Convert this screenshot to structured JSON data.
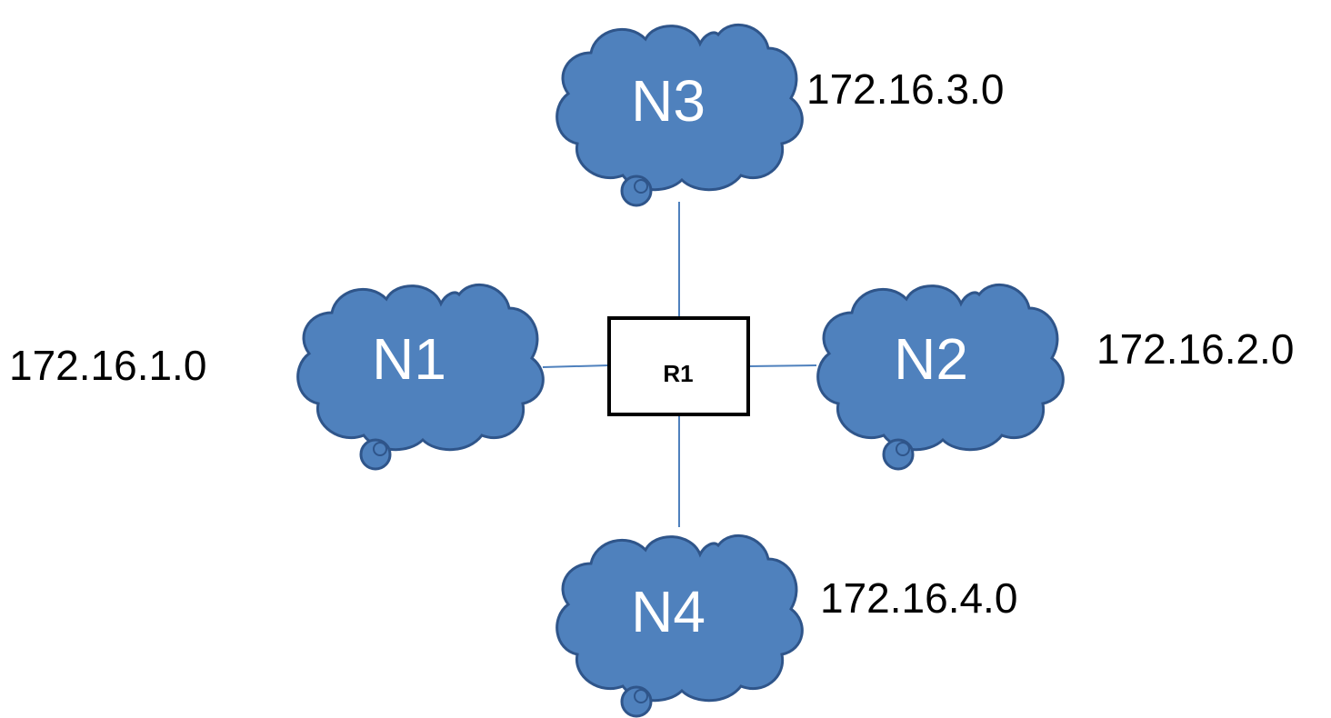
{
  "colors": {
    "cloud_fill": "#4f81bd",
    "cloud_stroke": "#2f558a",
    "link": "#4f81bd",
    "router_stroke": "#000000"
  },
  "router": {
    "label": "R1"
  },
  "networks": [
    {
      "id": "n1",
      "name": "N1",
      "address": "172.16.1.0"
    },
    {
      "id": "n2",
      "name": "N2",
      "address": "172.16.2.0"
    },
    {
      "id": "n3",
      "name": "N3",
      "address": "172.16.3.0"
    },
    {
      "id": "n4",
      "name": "N4",
      "address": "172.16.4.0"
    }
  ]
}
